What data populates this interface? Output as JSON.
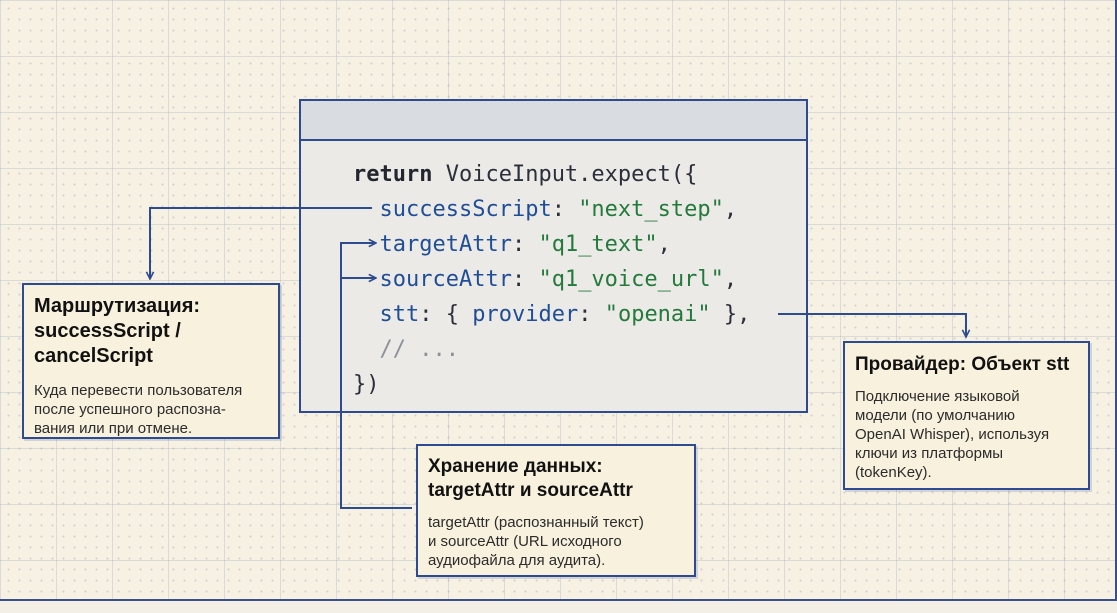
{
  "code": {
    "lines": [
      [
        {
          "t": "return",
          "c": "kw"
        },
        {
          "t": " VoiceInput.expect({",
          "c": ""
        }
      ],
      [
        {
          "t": "  ",
          "c": ""
        },
        {
          "t": "successScript",
          "c": "prop"
        },
        {
          "t": ": ",
          "c": ""
        },
        {
          "t": "\"next_step\"",
          "c": "str"
        },
        {
          "t": ",",
          "c": ""
        }
      ],
      [
        {
          "t": "  ",
          "c": ""
        },
        {
          "t": "targetAttr",
          "c": "prop"
        },
        {
          "t": ": ",
          "c": ""
        },
        {
          "t": "\"q1_text\"",
          "c": "str"
        },
        {
          "t": ",",
          "c": ""
        }
      ],
      [
        {
          "t": "  ",
          "c": ""
        },
        {
          "t": "sourceAttr",
          "c": "prop"
        },
        {
          "t": ": ",
          "c": ""
        },
        {
          "t": "\"q1_voice_url\"",
          "c": "str"
        },
        {
          "t": ",",
          "c": ""
        }
      ],
      [
        {
          "t": "  ",
          "c": ""
        },
        {
          "t": "stt",
          "c": "prop"
        },
        {
          "t": ": { ",
          "c": ""
        },
        {
          "t": "provider",
          "c": "prop"
        },
        {
          "t": ": ",
          "c": ""
        },
        {
          "t": "\"openai\"",
          "c": "str"
        },
        {
          "t": " },",
          "c": ""
        }
      ],
      [
        {
          "t": "  // ...",
          "c": "cmt"
        }
      ],
      [
        {
          "t": "})",
          "c": ""
        }
      ]
    ]
  },
  "routing": {
    "title_line1": "Маршрутизация:",
    "title_line2": "successScript /",
    "title_line3": "cancelScript",
    "text_line1": "Куда перевести пользователя",
    "text_line2": "после успешного распозна-",
    "text_line3": "вания или при отмене."
  },
  "storage": {
    "title_line1": "Хранение данных:",
    "title_line2": "targetAttr и sourceAttr",
    "text_line1": "targetAttr (распознанный текст)",
    "text_line2": "и sourceAttr (URL исходного",
    "text_line3": "аудиофайла для аудита)."
  },
  "provider": {
    "title": "Провайдер: Объект stt",
    "text_line1": "Подключение языковой",
    "text_line2": "модели (по умолчанию",
    "text_line3": "OpenAI Whisper), используя",
    "text_line4": "ключи из платформы",
    "text_line5": "(tokenKey)."
  },
  "colors": {
    "background": "#f6f1e3",
    "accent": "#2d4b8e",
    "string": "#237a3b",
    "property": "#1f4e96",
    "comment": "#8c9099"
  }
}
